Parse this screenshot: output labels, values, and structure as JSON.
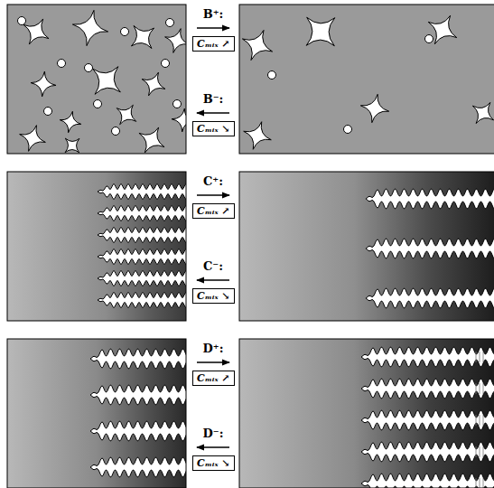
{
  "diagram": {
    "nodes": [
      {
        "text": [
          "Cₘᵢₓ ↗"
        ]
      },
      {
        "text": [
          "Cₘᵢₓ ↘"
        ]
      },
      {
        "text": [
          "Cₘᵢₓ ↗"
        ]
      },
      {
        "text": [
          "Cₘᵢₓ ↘"
        ]
      },
      {
        "text": [
          "Cₘᵢₓ ↗"
        ]
      },
      {
        "text": [
          "Cₘᵢₓ ↘"
        ]
      }
    ],
    "labels": [
      "B⁺:",
      "B⁻:",
      "C⁺:",
      "C⁻:",
      "D⁺:",
      "D⁻:"
    ]
  }
}
